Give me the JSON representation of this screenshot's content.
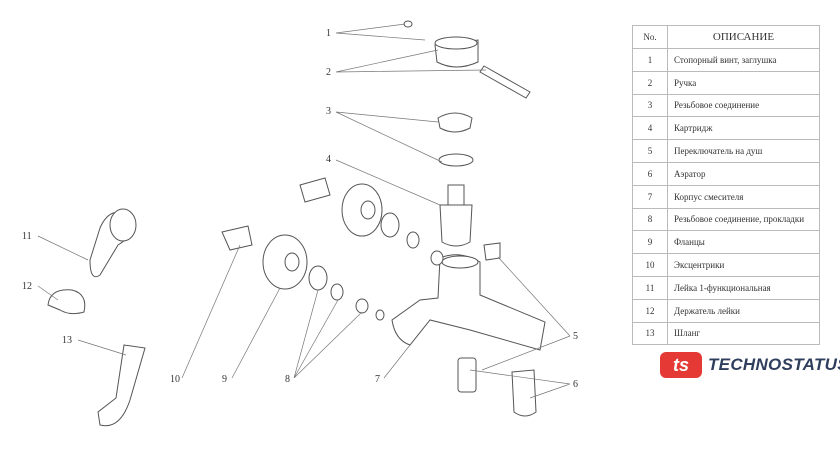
{
  "callouts": [
    "1",
    "2",
    "3",
    "4",
    "5",
    "6",
    "7",
    "8",
    "9",
    "10",
    "11",
    "12",
    "13"
  ],
  "table": {
    "header_no": "No.",
    "header_desc": "ОПИСАНИЕ",
    "rows": [
      {
        "no": "1",
        "desc": "Стопорный винт, заглушка"
      },
      {
        "no": "2",
        "desc": "Ручка"
      },
      {
        "no": "3",
        "desc": "Резьбовое соединение"
      },
      {
        "no": "4",
        "desc": "Картридж"
      },
      {
        "no": "5",
        "desc": "Переключатель на душ"
      },
      {
        "no": "6",
        "desc": "Аэратор"
      },
      {
        "no": "7",
        "desc": "Корпус смесителя"
      },
      {
        "no": "8",
        "desc": "Резьбовое соединение, прокладки"
      },
      {
        "no": "9",
        "desc": "Фланцы"
      },
      {
        "no": "10",
        "desc": "Эксцентрики"
      },
      {
        "no": "11",
        "desc": "Лейка 1-функциональная"
      },
      {
        "no": "12",
        "desc": "Держатель лейки"
      },
      {
        "no": "13",
        "desc": "Шланг"
      }
    ]
  },
  "logo": {
    "mark": "ts",
    "text": "TECHNOSTATUS",
    "color": "#e53935"
  }
}
